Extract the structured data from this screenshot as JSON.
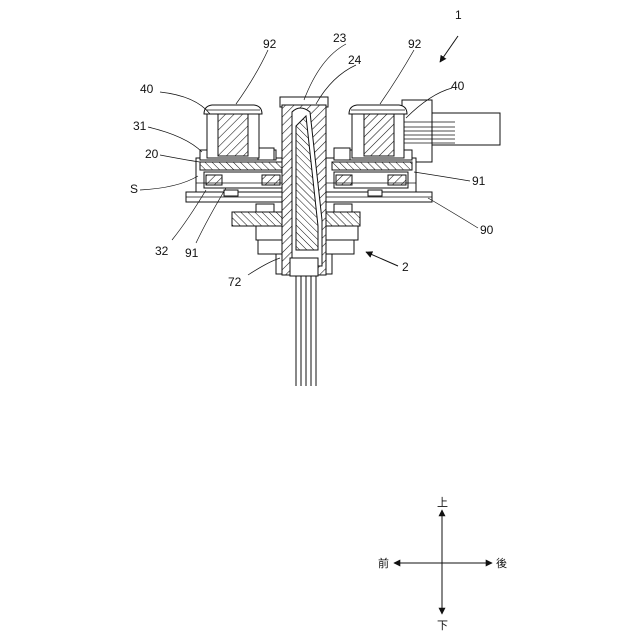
{
  "figure_number": "1",
  "labels": {
    "l23": "23",
    "l24": "24",
    "l92_left": "92",
    "l92_right": "92",
    "l40_left": "40",
    "l40_right": "40",
    "l31": "31",
    "l20": "20",
    "lS": "S",
    "l91_right": "91",
    "l90": "90",
    "l32": "32",
    "l91_left": "91",
    "l2": "2",
    "l72": "72"
  },
  "directions": {
    "up": "上",
    "down": "下",
    "front": "前",
    "back": "後"
  }
}
